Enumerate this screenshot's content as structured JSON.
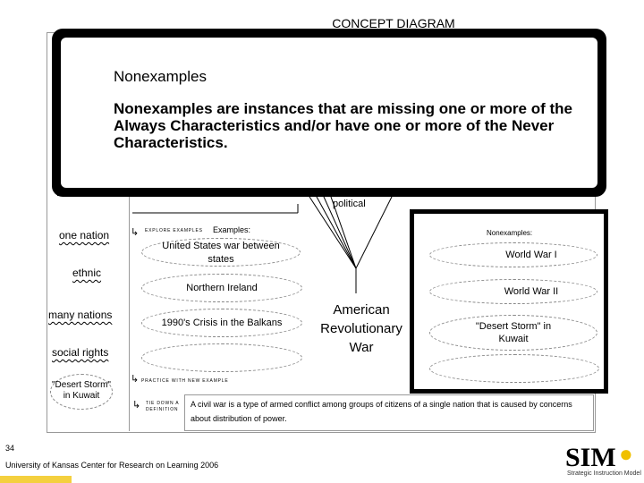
{
  "diagram_title": "CONCEPT DIAGRAM",
  "popup": {
    "heading": "Nonexamples",
    "body": "Nonexamples are instances that are missing one or more of the Always Characteristics and/or have one or more of the Never Characteristics."
  },
  "characteristic_fragment": "political",
  "left_terms": [
    "one nation",
    "ethnic",
    "many nations",
    "social rights",
    "\"Desert Storm\" in Kuwait"
  ],
  "explore_label": "EXPLORE EXAMPLES",
  "examples_label": "Examples:",
  "examples": [
    "United States war between states",
    "Northern Ireland",
    "1990's Crisis in the Balkans",
    ""
  ],
  "center_example": "American Revolutionary War",
  "nonexamples_label": "Nonexamples:",
  "nonexamples": [
    "World War I",
    "World War II",
    "\"Desert Storm\" in Kuwait",
    ""
  ],
  "practice_label": "PRACTICE WITH NEW EXAMPLE",
  "tie_label": "TIE DOWN A DEFINITION",
  "definition": "A civil war is a type of armed conflict among groups of citizens of a single nation that is caused by concerns about distribution of power.",
  "page_number": "34",
  "footer_credit": "University of Kansas Center for Research on Learning 2006",
  "logo": "SIM",
  "logo_sub": "Strategic Instruction Model"
}
